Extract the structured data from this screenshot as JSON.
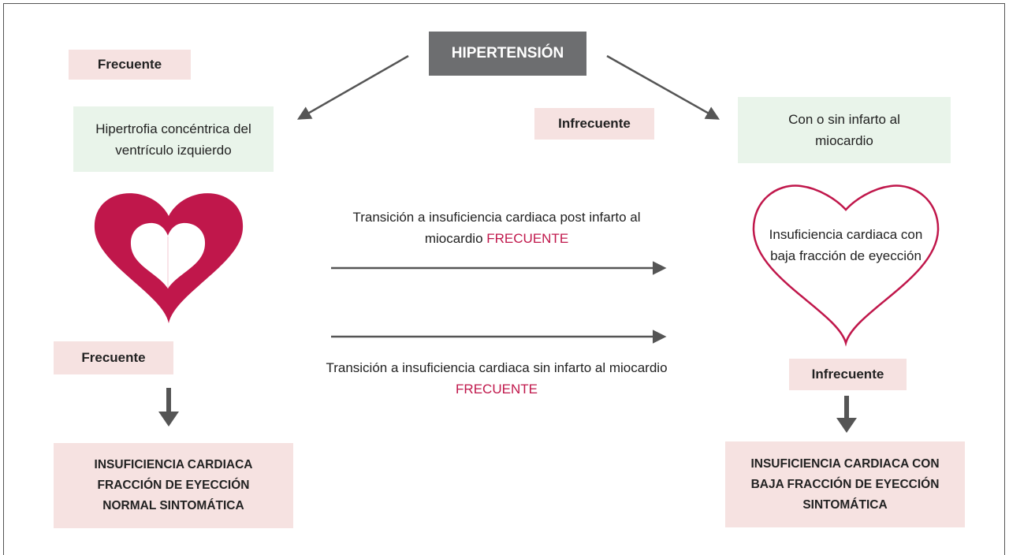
{
  "title": "HIPERTENSIÓN",
  "left": {
    "frequency_top": "Frecuente",
    "condition": "Hipertrofia concéntrica del ventrículo izquierdo",
    "frequency_bottom": "Frecuente",
    "result": "INSUFICIENCIA CARDIACA FRACCIÓN DE EYECCIÓN NORMAL SINTOMÁTICA"
  },
  "right": {
    "frequency_top": "Infrecuente",
    "condition": "Con o sin infarto al miocardio",
    "heart_text": "Insuficiencia cardiaca con baja fracción de eyección",
    "frequency_bottom": "Infrecuente",
    "result": "INSUFICIENCIA CARDIACA CON BAJA FRACCIÓN DE EYECCIÓN SINTOMÁTICA"
  },
  "transitions": {
    "upper_text": "Transición a insuficiencia cardiaca post infarto al miocardio",
    "upper_emphasis": "FRECUENTE",
    "lower_text": "Transición a insuficiencia cardiaca sin infarto al miocardio",
    "lower_emphasis": "FRECUENTE"
  },
  "colors": {
    "title_bg": "#6d6e70",
    "pink_bg": "#f6e2e1",
    "green_bg": "#e9f4ea",
    "heart_accent": "#c0174b",
    "arrow": "#555555"
  }
}
